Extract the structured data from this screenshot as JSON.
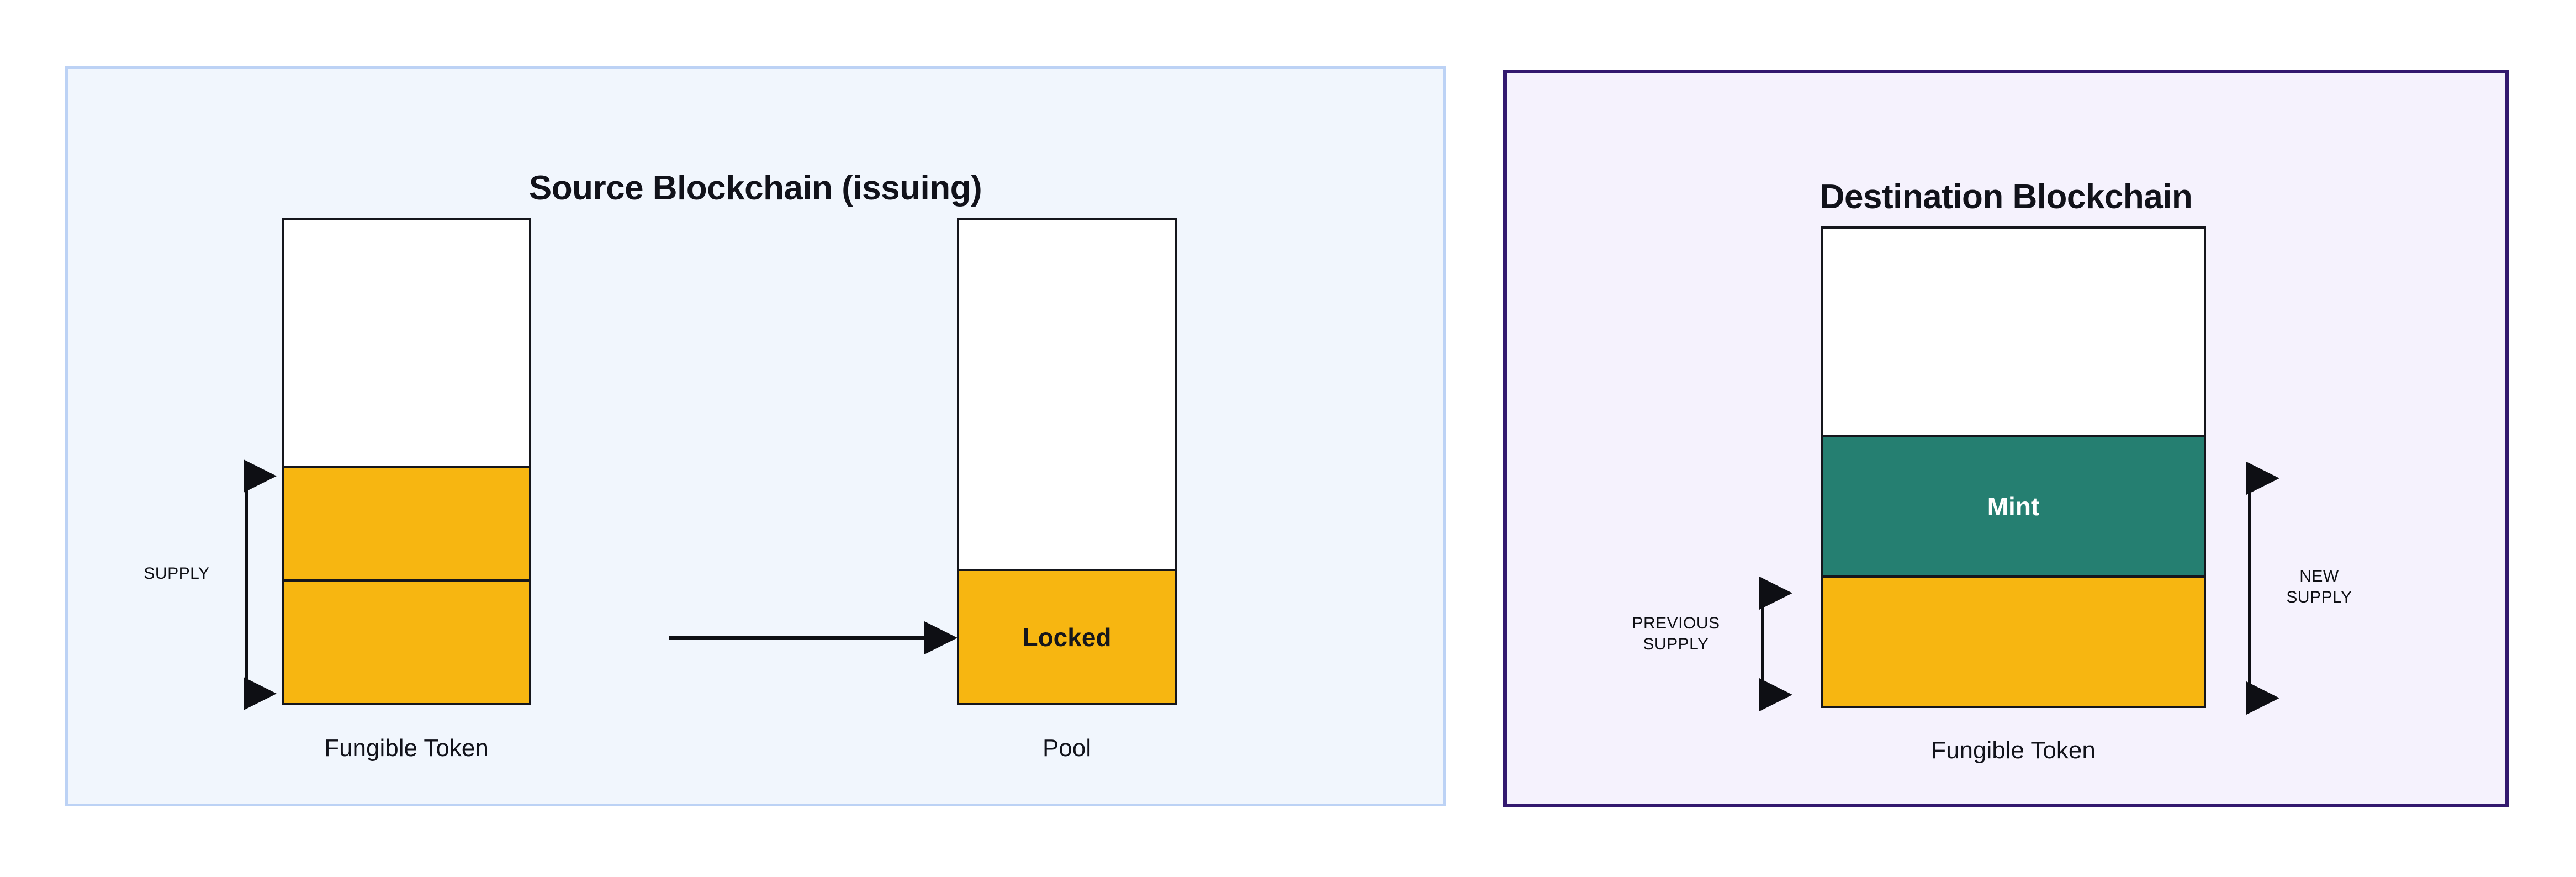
{
  "diagram": {
    "type": "lock-and-mint-token-bridge",
    "background_color": "#ffffff"
  },
  "panels": [
    {
      "key": "source",
      "title": "Source Blockchain (issuing)",
      "border_color": "#bcd2f5",
      "fill_color": "#f1f6fd"
    },
    {
      "key": "destination",
      "title": "Destination Blockchain",
      "border_color": "#33196f",
      "fill_color": "#f5f2fd"
    }
  ],
  "source": {
    "token_box": {
      "caption": "Fungible Token",
      "segments": [
        {
          "name": "empty",
          "label": "",
          "color": "#ffffff"
        },
        {
          "name": "supply-upper",
          "label": "",
          "color": "#f7b611"
        },
        {
          "name": "supply-lower",
          "label": "",
          "color": "#f7b611"
        }
      ]
    },
    "pool_box": {
      "caption": "Pool",
      "segments": [
        {
          "name": "empty",
          "label": "",
          "color": "#ffffff"
        },
        {
          "name": "locked",
          "label": "Locked",
          "color": "#f7b611"
        }
      ]
    },
    "measure": {
      "label": "SUPPLY"
    },
    "transfer_arrow": {
      "label": ""
    }
  },
  "destination": {
    "token_box": {
      "caption": "Fungible Token",
      "segments": [
        {
          "name": "empty",
          "label": "",
          "color": "#ffffff"
        },
        {
          "name": "mint",
          "label": "Mint",
          "color": "#257f71"
        },
        {
          "name": "previous-supply",
          "label": "",
          "color": "#f7b611"
        }
      ]
    },
    "measures": [
      {
        "key": "previous-supply",
        "label": "PREVIOUS\nSUPPLY"
      },
      {
        "key": "new-supply",
        "label": "NEW\nSUPPLY"
      }
    ]
  },
  "colors": {
    "gold": "#f7b611",
    "teal": "#257f71",
    "stroke": "#15161c",
    "source_border": "#bcd2f5",
    "source_fill": "#f1f6fd",
    "dest_border": "#33196f",
    "dest_fill": "#f5f2fd",
    "text": "#11121a"
  }
}
